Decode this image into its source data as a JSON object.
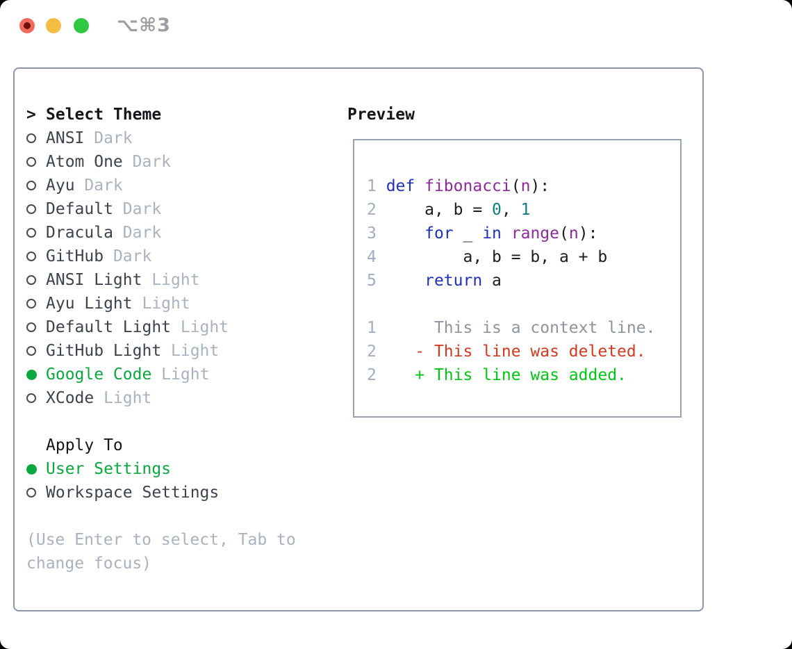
{
  "window": {
    "title": "⌥⌘3",
    "traffic_lights": {
      "red": "#f16a5d",
      "red_dot": "#6e1007",
      "yellow": "#f6bd45",
      "green": "#2ec843",
      "title_color": "#9b9ea3"
    }
  },
  "theme_selector": {
    "prompt": ">",
    "title": "Select Theme",
    "items": [
      {
        "name": "ANSI",
        "variant": "Dark",
        "selected": false
      },
      {
        "name": "Atom One",
        "variant": "Dark",
        "selected": false
      },
      {
        "name": "Ayu",
        "variant": "Dark",
        "selected": false
      },
      {
        "name": "Default",
        "variant": "Dark",
        "selected": false
      },
      {
        "name": "Dracula",
        "variant": "Dark",
        "selected": false
      },
      {
        "name": "GitHub",
        "variant": "Dark",
        "selected": false
      },
      {
        "name": "ANSI Light",
        "variant": "Light",
        "selected": false
      },
      {
        "name": "Ayu Light",
        "variant": "Light",
        "selected": false
      },
      {
        "name": "Default Light",
        "variant": "Light",
        "selected": false
      },
      {
        "name": "GitHub Light",
        "variant": "Light",
        "selected": false
      },
      {
        "name": "Google Code",
        "variant": "Light",
        "selected": true
      },
      {
        "name": "XCode",
        "variant": "Light",
        "selected": false
      }
    ]
  },
  "apply_to": {
    "title": "Apply To",
    "items": [
      {
        "name": "User Settings",
        "selected": true
      },
      {
        "name": "Workspace Settings",
        "selected": false
      }
    ]
  },
  "help_text": "(Use Enter to select, Tab to\nchange focus)",
  "preview": {
    "title": "Preview",
    "lines": [
      {
        "segments": [
          [
            "num",
            "1 "
          ],
          [
            "kw",
            "def"
          ],
          [
            "pl",
            " "
          ],
          [
            "fn",
            "fibonacci"
          ],
          [
            "pl",
            "("
          ],
          [
            "ty",
            "n"
          ],
          [
            "pl",
            "):"
          ]
        ]
      },
      {
        "segments": [
          [
            "num",
            "2 "
          ],
          [
            "pl",
            "    a, b = "
          ],
          [
            "lit",
            "0"
          ],
          [
            "pl",
            ", "
          ],
          [
            "lit",
            "1"
          ]
        ]
      },
      {
        "segments": [
          [
            "num",
            "3 "
          ],
          [
            "pl",
            "    "
          ],
          [
            "kw",
            "for"
          ],
          [
            "pl",
            " _ "
          ],
          [
            "kw",
            "in"
          ],
          [
            "pl",
            " "
          ],
          [
            "fn",
            "range"
          ],
          [
            "pl",
            "("
          ],
          [
            "ty",
            "n"
          ],
          [
            "pl",
            "):"
          ]
        ]
      },
      {
        "segments": [
          [
            "num",
            "4 "
          ],
          [
            "pl",
            "        a, b = b, a + b"
          ]
        ]
      },
      {
        "segments": [
          [
            "num",
            "5 "
          ],
          [
            "pl",
            "    "
          ],
          [
            "kw",
            "return"
          ],
          [
            "pl",
            " a"
          ]
        ]
      },
      {
        "segments": [
          [
            "pl",
            ""
          ]
        ]
      },
      {
        "segments": [
          [
            "num",
            "1"
          ],
          [
            "ctx",
            "      This is a context line."
          ]
        ]
      },
      {
        "segments": [
          [
            "num",
            "2"
          ],
          [
            "del",
            "    - This line was deleted."
          ]
        ]
      },
      {
        "segments": [
          [
            "num",
            "2"
          ],
          [
            "add",
            "    + This line was added."
          ]
        ]
      }
    ]
  },
  "colors": {
    "keyword": "#1f31b5",
    "function": "#8a2b99",
    "type": "#8a2b99",
    "literal": "#0e7e80",
    "plain": "#1a1d22",
    "line_number": "#a0aec0",
    "context": "#8d949c",
    "deleted": "#d23a1f",
    "added": "#00c414",
    "selected_green": "#0aa640",
    "muted": "#a9b2bd",
    "text_dark": "#3c434c",
    "panel_border": "#8b95a5",
    "preview_border": "#98a1ae"
  }
}
